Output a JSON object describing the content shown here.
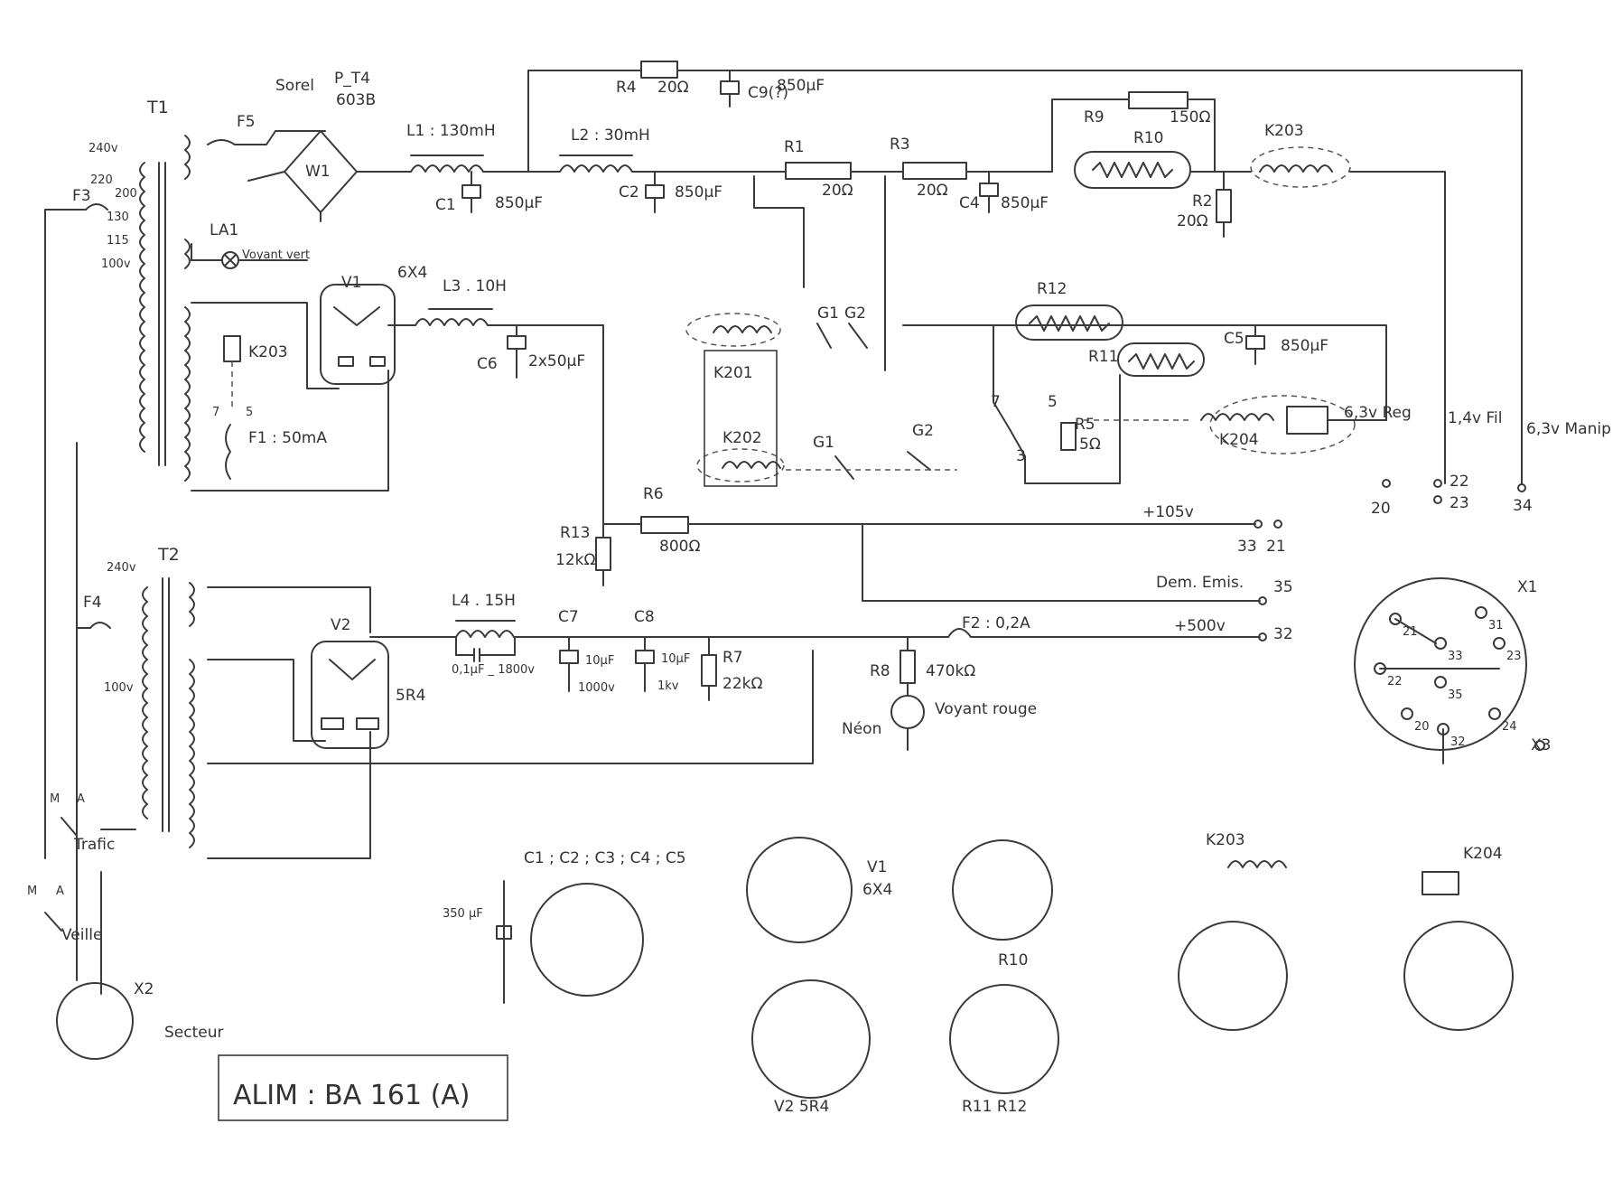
{
  "labels": {
    "t1": "T1",
    "t2": "T2",
    "sorel": "Sorel",
    "pt4": "P_T4",
    "pt4num": "603B",
    "l1": "L1 : 130mH",
    "l2": "L2 : 30mH",
    "l3": "L3 . 10H",
    "l4": "L4 . 15H",
    "r1": "R1",
    "r1v": "20Ω",
    "r2": "R2",
    "r2v": "20Ω",
    "r3": "R3",
    "r3v": "20Ω",
    "r4": "R4",
    "r4v": "20Ω",
    "r5": "R5",
    "r5v": "5Ω",
    "r6": "R6",
    "r6v": "800Ω",
    "r7": "R7",
    "r7v": "22kΩ",
    "r8": "R8",
    "r8v": "470kΩ",
    "r9": "R9",
    "r9v": "150Ω",
    "r10": "R10",
    "r11": "R11",
    "r12": "R12",
    "r13": "R13",
    "r13v": "12kΩ",
    "c1": "C1",
    "c1v": "850µF",
    "c2": "C2",
    "c2v": "850µF",
    "c4": "C4",
    "c4v": "850µF",
    "c5": "C5",
    "c5v": "850µF",
    "c6": "C6",
    "c6v": "2x50µF",
    "c7": "C7",
    "c7v": "10µF",
    "c7v2": "1000v",
    "c8": "C8",
    "c8v": "10µF",
    "c8v2": "1kv",
    "c9": "C9(?)",
    "c9v": "850µF",
    "cl4": "0,1µF _ 1800v",
    "k201": "K201",
    "k202": "K202",
    "k203": "K203",
    "k204": "K204",
    "k203b": "K203",
    "g1": "G1",
    "g2": "G2",
    "v1": "V1",
    "v1type": "6X4",
    "v2": "V2",
    "v2type": "5R4",
    "f1": "F1 : 50mA",
    "f2": "F2 : 0,2A",
    "f3": "F3",
    "f4": "F4",
    "f5": "F5",
    "w1": "W1",
    "la1": "LA1",
    "voyant_vert": "Voyant vert",
    "neon": "Néon",
    "voyant_rouge": "Voyant rouge",
    "tap240": "240v",
    "tap220": "220",
    "tap200": "200",
    "tap130": "130",
    "tap115": "115",
    "tap100": "100v",
    "t2tap240": "240v",
    "t2tap100": "100v",
    "p105": "+105v",
    "p500": "+500v",
    "dememis": "Dem. Emis.",
    "n33": "33",
    "n21": "21",
    "n35": "35",
    "n32": "32",
    "n20": "20",
    "n22": "22",
    "n23": "23",
    "n34": "34",
    "fil": "1,4v Fil",
    "reg": "6,3v Reg",
    "manip": "6,3v Manip",
    "x1": "X1",
    "x2": "X2",
    "x3": "X3",
    "trafic": "Trafic",
    "veille": "Veille",
    "ma_m": "M",
    "ma_a": "A",
    "mv_m": "M",
    "mv_a": "A",
    "secteur": "Secteur",
    "title": "ALIM : BA 161 (A)",
    "caps_sock": "C1 ; C2 ; C3 ; C4 ; C5",
    "cap350": "350 µF",
    "v2socket": "V2   5R4",
    "r10sock": "R10",
    "r11r12": "R11    R12",
    "k7": "7",
    "k3": "3",
    "k5": "5"
  },
  "x1_pins": [
    "31",
    "21",
    "33",
    "23",
    "22",
    "35",
    "20",
    "32",
    "24"
  ]
}
